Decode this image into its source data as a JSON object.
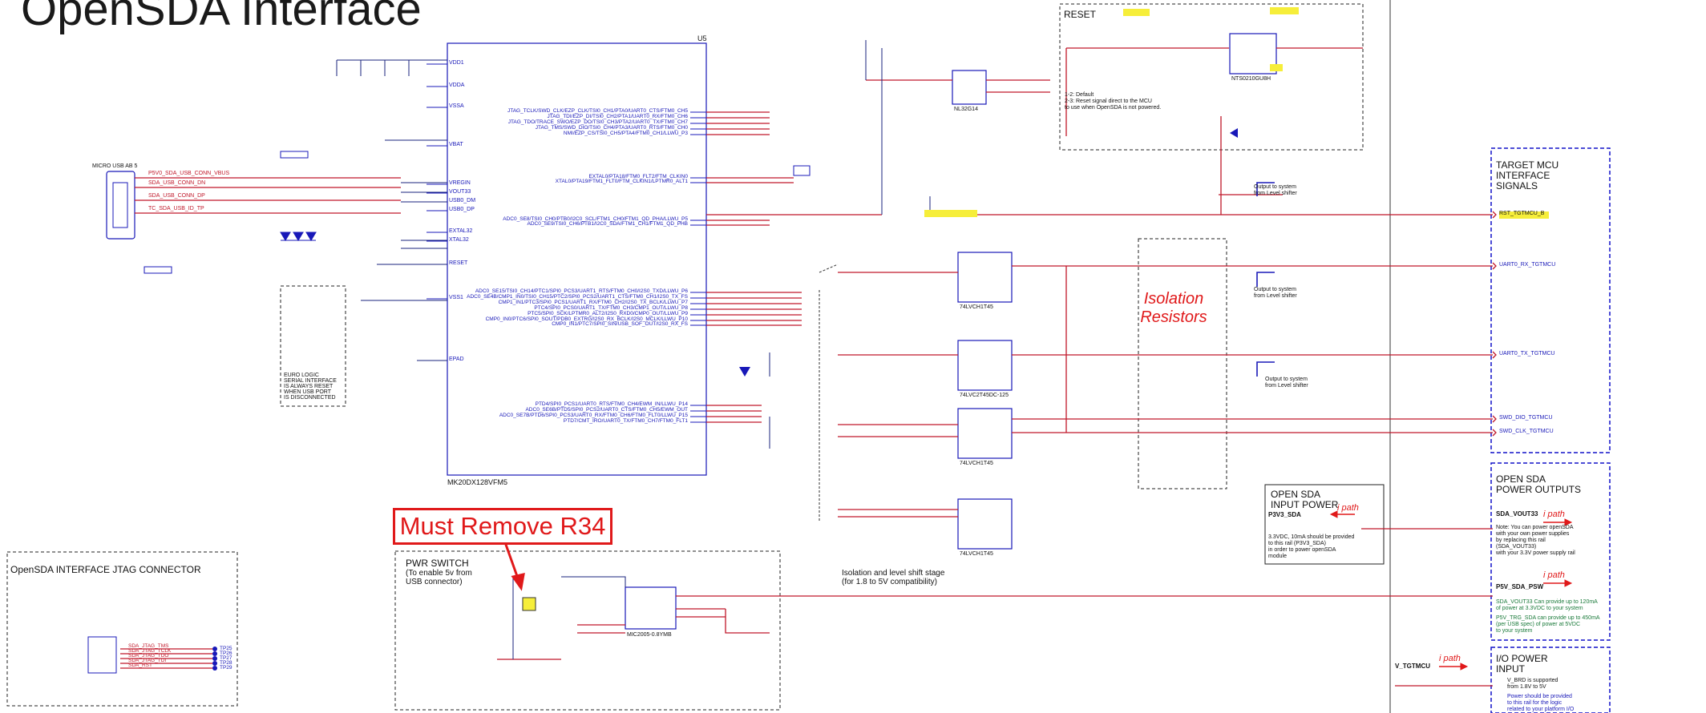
{
  "title": "OpenSDA Interface",
  "callout": "Must Remove R34",
  "sections": {
    "reset": "RESET",
    "jtag": "OpenSDA INTERFACE JTAG CONNECTOR",
    "pwr_switch": "PWR SWITCH",
    "pwr_switch_note": "(To enable 5v from\nUSB connector)",
    "target_mcu": "TARGET MCU\nINTERFACE\nSIGNALS",
    "power_outputs": "OPEN SDA\nPOWER OUTPUTS",
    "io_power": "I/O POWER\nINPUT",
    "input_power": "OPEN SDA\nINPUT POWER",
    "isolation": "Isolation\nResistors",
    "isolation_stage": "Isolation and level shift stage\n(for 1.8 to 5V compatibility)",
    "euro_note": "EURO LOGIC\nSERIAL INTERFACE\nIS ALWAYS RESET\nWHEN USB PORT\nIS DISCONNECTED"
  },
  "parts": {
    "mcu": "U5",
    "mcu_pn": "MK20DX128VFM5",
    "usb": "MICRO USB AB 5",
    "u7": "74LVCH1T45",
    "u10": "74LVC2T45DC-125",
    "u12": "74LVCH1T45",
    "u2": "74LVCH1T45",
    "u11": "MIC2005-0.8YMB",
    "u3": "NTS0210GU8H",
    "buffer": "NL32G14"
  },
  "notes": {
    "path": "i path",
    "reset_hint": "1-2: Default\n2-3: Reset signal direct to the MCU\nto use when OpenSDA is not powered.",
    "level_shifter_1": "Output to system\nfrom Level shifter",
    "level_shifter_2": "Output to system\nfrom Level shifter",
    "level_shifter_3": "Output to system\nfrom Level shifter",
    "input_power_note": "3.3VDC, 10mA should be provided\nto this rail (P3V3_SDA)\nin order to power openSDA\nmodule",
    "vout33_note": "Note: You can power openSDA\nwith your own power supplies\nby replacing this rail\n(SDA_VOUT33)\nwith your 3.3V power supply rail",
    "vout_cap": "SDA_VOUT33 Can provide up to 120mA\nof power at 3.3VDC to your system",
    "psw_cap": "P5V_TRG_SDA can provide up to 450mA\n(per USB spec) of power at 5VDC\nto your system",
    "io_note_1": "V_BRD is supported\nfrom 1.8V to 5V",
    "io_note_2": "Power should be provided\nto this rail for the logic\nrelated to your platform I/O"
  },
  "signals": {
    "target": [
      "RST_TGTMCU_B",
      "UART0_RX_TGTMCU",
      "UART0_TX_TGTMCU",
      "SWD_DIO_TGTMCU",
      "SWD_CLK_TGTMCU"
    ],
    "power_out": [
      "SDA_VOUT33",
      "P5V_SDA_PSW"
    ],
    "io_in": "V_TGTMCU",
    "input_rail": "P3V3_SDA",
    "mcu_left": [
      "VDD1",
      "VDDA",
      "VSSA",
      "VBAT",
      "VREGIN",
      "VOUT33",
      "USB0_DM",
      "USB0_DP",
      "EXTAL32",
      "XTAL32",
      "RESET",
      "VSS1",
      "EPAD"
    ],
    "mcu_right": [
      "JTAG_TCLK/SWD_CLK/EZP_CLK/TSI0_CH1/PTA0/UART0_CTS/FTM0_CH5",
      "JTAG_TDI/EZP_DI/TSI0_CH2/PTA1/UART0_RX/FTM0_CH6",
      "JTAG_TDO/TRACE_SWO/EZP_DO/TSI0_CH3/PTA2/UART0_TX/FTM0_CH7",
      "JTAG_TMS/SWD_DIO/TSI0_CH4/PTA3/UART0_RTS/FTM0_CH0",
      "NMI/EZP_CS/TSI0_CH5/PTA4/FTM0_CH1/LLWU_P3",
      "EXTAL0/PTA18/FTM0_FLT2/FTM_CLKIN0",
      "XTAL0/PTA19/FTM1_FLT0/FTM_CLKIN1/LPTMR0_ALT1",
      "ADC0_SE8/TSI0_CH0/PTB0/I2C0_SCL/FTM1_CH0/FTM1_QD_PHA/LLWU_P5",
      "ADC0_SE9/TSI0_CH6/PTB1/I2C0_SDA/FTM1_CH1/FTM1_QD_PHB",
      "ADC0_SE15/TSI0_CH14/PTC1/SPI0_PCS3/UART1_RTS/FTM0_CH0/I2S0_TXD/LLWU_P6",
      "ADC0_SE4B/CMP1_IN0/TSI0_CH15/PTC2/SPI0_PCS2/UART1_CTS/FTM0_CH1/I2S0_TX_FS",
      "CMP1_IN1/PTC3/SPI0_PCS1/UART1_RX/FTM0_CH2/I2S0_TX_BCLK/LLWU_P7",
      "PTC4/SPI0_PCS0/UART1_TX/FTM0_CH3/CMP1_OUT/LLWU_P8",
      "PTC5/SPI0_SCK/LPTMR0_ALT2/I2S0_RXD0/CMP0_OUT/LLWU_P9",
      "CMP0_IN0/PTC6/SPI0_SOUT/PDB0_EXTRG/I2S0_RX_BCLK/I2S0_MCLK/LLWU_P10",
      "CMP0_IN1/PTC7/SPI0_SIN/USB_SOF_OUT/I2S0_RX_FS",
      "PTD4/SPI0_PCS1/UART0_RTS/FTM0_CH4/EWM_IN/LLWU_P14",
      "ADC0_SE6B/PTD5/SPI0_PCS2/UART0_CTS/FTM0_CH5/EWM_OUT",
      "ADC0_SE7B/PTD6/SPI0_PCS3/UART0_RX/FTM0_CH6/FTM0_FLT0/LLWU_P15",
      "PTD7/CMT_IRO/UART0_TX/FTM0_CH7/FTM0_FLT1"
    ],
    "usb_nets": [
      "P5V0_SDA_USB_CONN_VBUS",
      "SDA_USB_CONN_DN",
      "SDA_USB_CONN_DP",
      "TC_SDA_USB_ID_TP"
    ],
    "jtag_nets": [
      "SDA_JTAG_TMS",
      "SDA_JTAG_TCLK",
      "SDA_JTAG_TDO",
      "SDA_JTAG_TDI",
      "SDA_RST"
    ],
    "jtag_tp": [
      "TP25",
      "TP26",
      "TP27",
      "TP28",
      "TP29"
    ]
  },
  "colors": {
    "wire": "#c0182a",
    "box": "#1010c8",
    "part": "#1818b8",
    "dash": "#2a2a2a",
    "highlight": "#f6ee3a"
  }
}
